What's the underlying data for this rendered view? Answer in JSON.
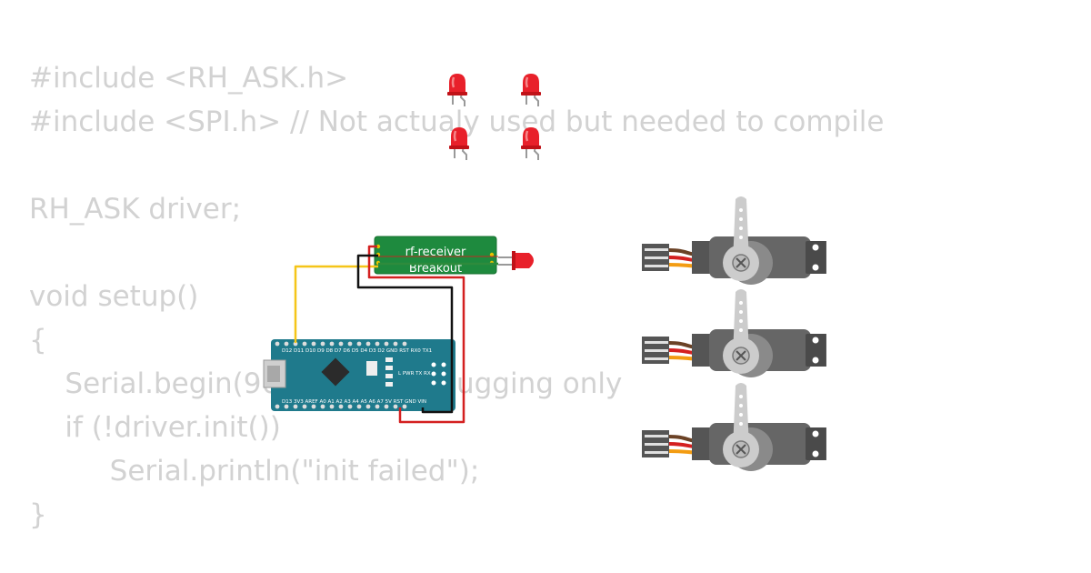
{
  "code": {
    "lines": [
      "#include <RH_ASK.h>",
      "#include <SPI.h> // Not actualy used but needed to compile",
      "",
      "RH_ASK driver;",
      "",
      "void setup()",
      "{",
      "    Serial.begin(9600);    // Debugging only",
      "    if (!driver.init())",
      "         Serial.println(\"init failed\");",
      "}"
    ]
  },
  "rf_module": {
    "label_top": "rf-receiver",
    "label_bottom": "Breakout"
  },
  "arduino": {
    "top_pins": [
      "D12",
      "D11",
      "D10",
      "D9",
      "D8",
      "D7",
      "D6",
      "D5",
      "D4",
      "D3",
      "D2",
      "GND",
      "RST",
      "RX0",
      "TX1"
    ],
    "bottom_pins": [
      "D13",
      "3V3",
      "AREF",
      "A0",
      "A1",
      "A2",
      "A3",
      "A4",
      "A5",
      "A6",
      "A7",
      "5V",
      "RST",
      "GND",
      "VIN"
    ],
    "side_labels": [
      "L",
      "PWR",
      "TX",
      "RX"
    ]
  },
  "colors": {
    "code_text": "#d2d2d2",
    "arduino_board": "#1f7a8c",
    "rf_board": "#1e8a3e",
    "led_red": "#e8202a",
    "servo_body": "#666666",
    "wire_yellow": "#f5c518",
    "wire_red": "#d42020",
    "wire_black": "#111111",
    "wire_green": "#2e8b3c"
  },
  "icons": [
    "led-icon",
    "servo-icon",
    "arduino-nano-icon",
    "rf-receiver-module-icon"
  ]
}
